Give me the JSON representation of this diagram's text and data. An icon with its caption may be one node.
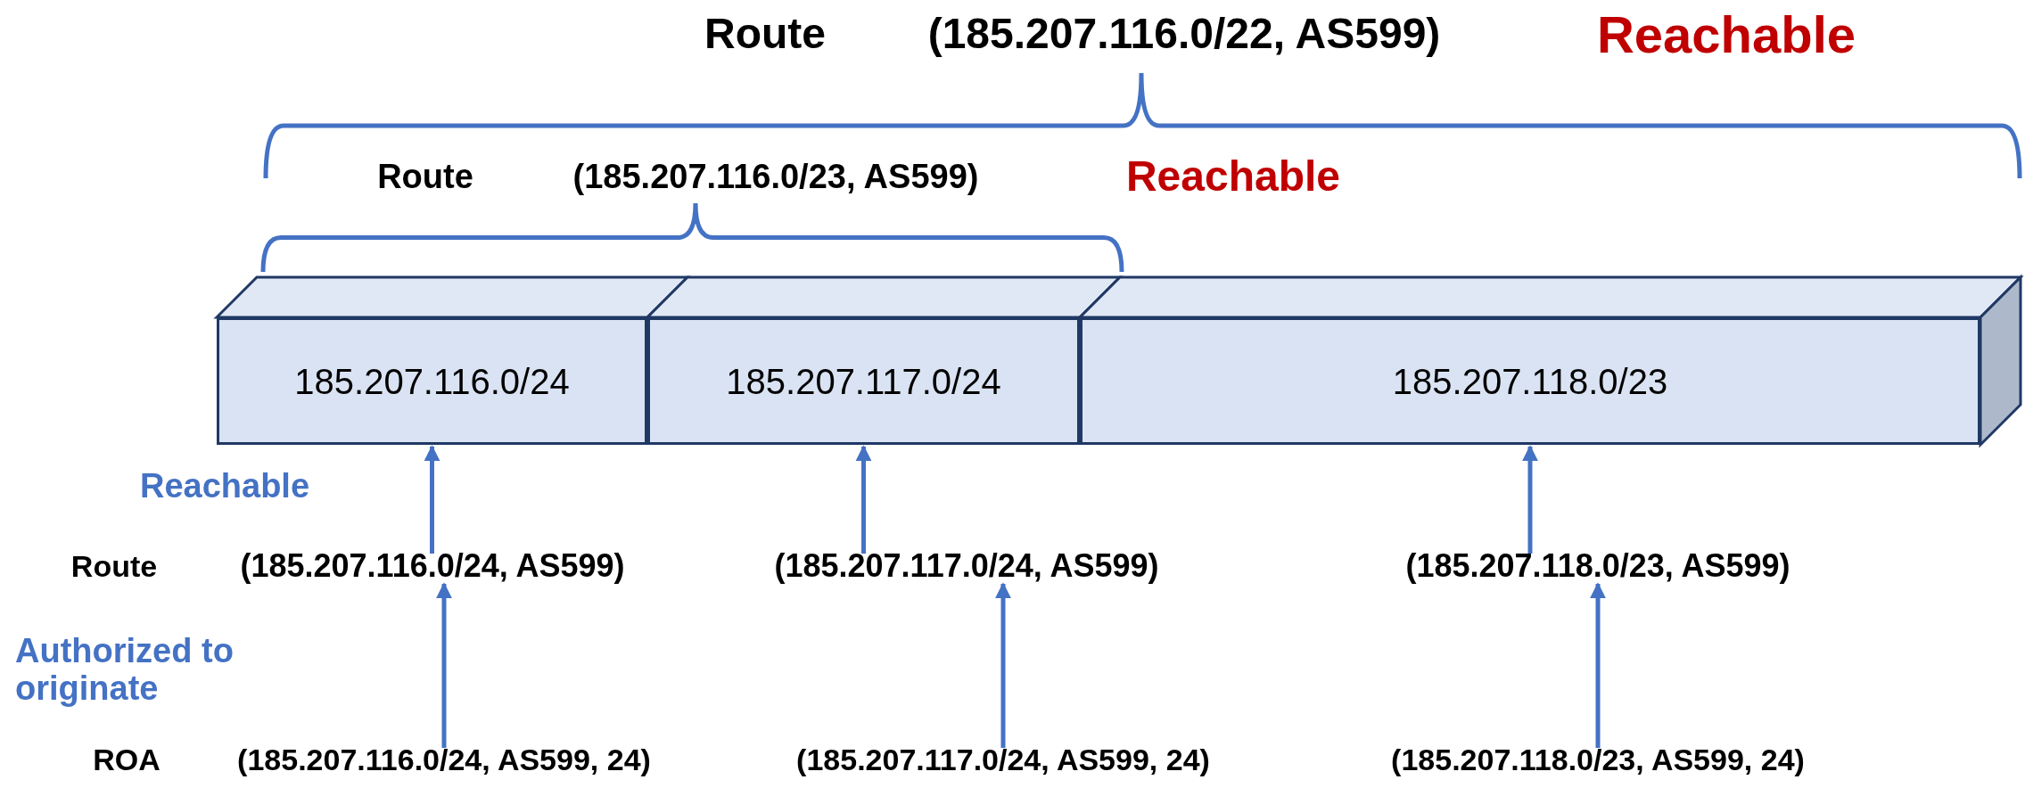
{
  "diagram": {
    "nodes": [
      {
        "text": [
          "185.207.116.0/24"
        ]
      },
      {
        "text": [
          "185.207.117.0/24"
        ]
      },
      {
        "text": [
          "185.207.118.0/23"
        ]
      },
      {
        "text": [
          "(185.207.116.0/24, AS599)"
        ]
      },
      {
        "text": [
          "(185.207.117.0/24, AS599)"
        ]
      },
      {
        "text": [
          "(185.207.118.0/23, AS599)"
        ]
      },
      {
        "text": [
          "(185.207.116.0/24, AS599, 24)"
        ]
      },
      {
        "text": [
          "(185.207.117.0/24, AS599, 24)"
        ]
      },
      {
        "text": [
          "(185.207.118.0/23, AS599, 24)"
        ]
      }
    ],
    "edges": [
      {
        "from": 3,
        "to": 0,
        "arrow": "to"
      },
      {
        "from": 4,
        "to": 1,
        "arrow": "to"
      },
      {
        "from": 5,
        "to": 2,
        "arrow": "to"
      },
      {
        "from": 6,
        "to": 3,
        "arrow": "to"
      },
      {
        "from": 7,
        "to": 4,
        "arrow": "to"
      },
      {
        "from": 8,
        "to": 5,
        "arrow": "to"
      }
    ],
    "labels": [
      "Route",
      "(185.207.116.0/22, AS599)",
      "Reachable",
      "Route",
      "(185.207.116.0/23, AS599)",
      "Reachable",
      "Reachable",
      "Route",
      "Authorized to originate",
      "ROA"
    ]
  }
}
